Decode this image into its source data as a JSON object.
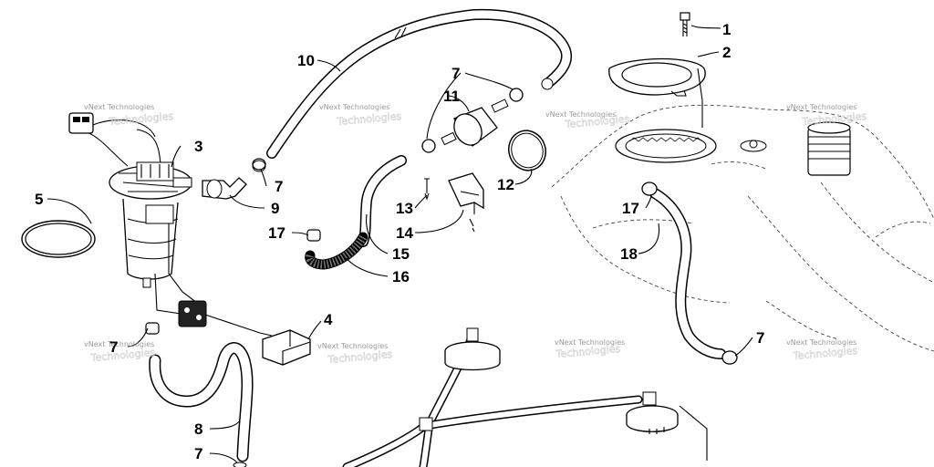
{
  "callouts": {
    "c1": "1",
    "c2": "2",
    "c3": "3",
    "c4": "4",
    "c5": "5",
    "c7a": "7",
    "c7b": "7",
    "c7c": "7",
    "c7d": "7",
    "c7e": "7",
    "c8": "8",
    "c9": "9",
    "c10": "10",
    "c11": "11",
    "c12": "12",
    "c13": "13",
    "c14": "14",
    "c15": "15",
    "c16": "16",
    "c17a": "17",
    "c17b": "17",
    "c18": "18"
  },
  "watermark": {
    "line1": "vNext Technologies",
    "line2": "Technologies"
  }
}
